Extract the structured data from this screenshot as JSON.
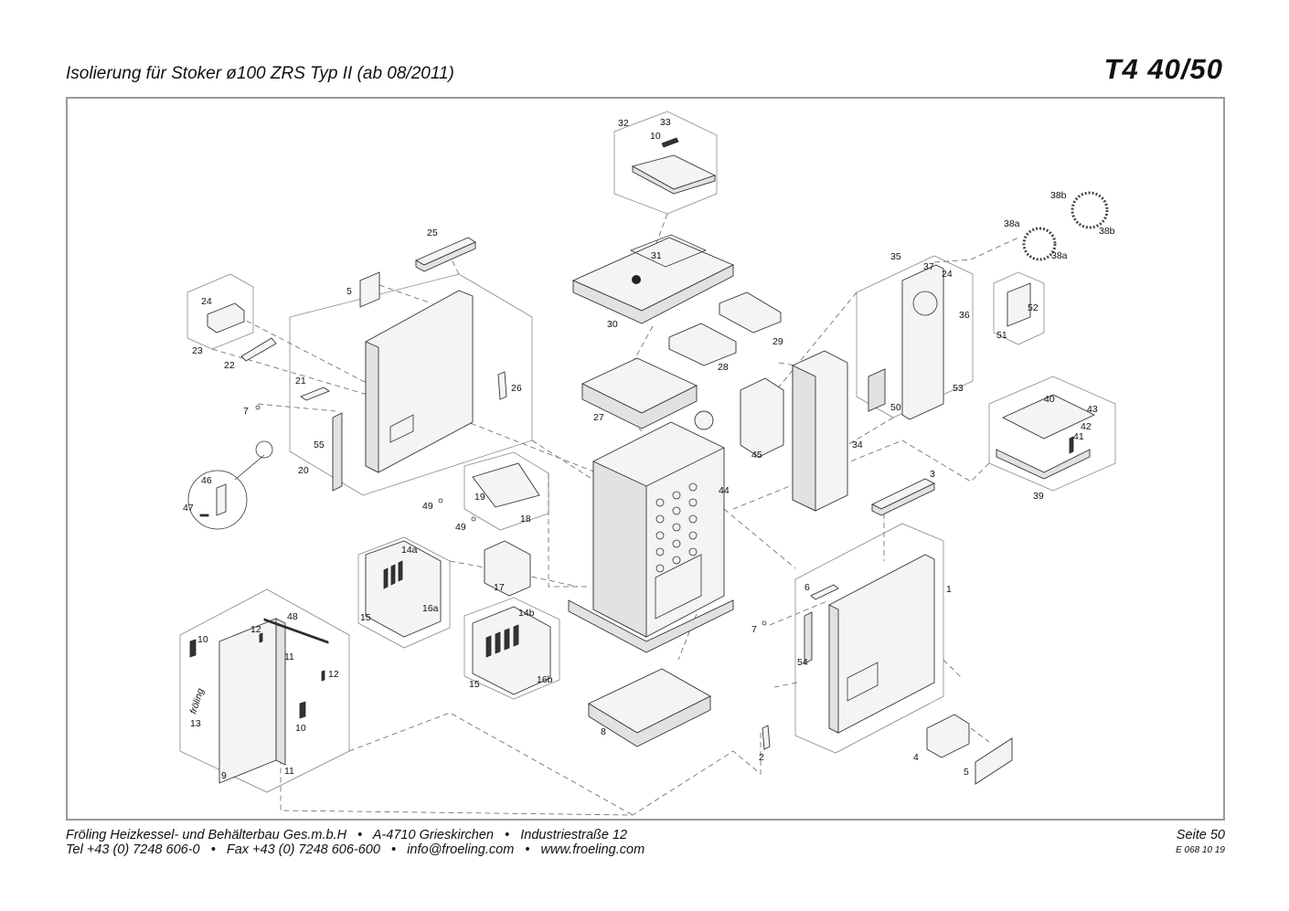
{
  "header": {
    "title": "Isolierung für Stoker ø100 ZRS Typ II (ab 08/2011)",
    "model": "T4 40/50"
  },
  "diagram": {
    "labels": [
      "32",
      "33",
      "10",
      "31",
      "30",
      "29",
      "28",
      "27",
      "25",
      "5",
      "24",
      "23",
      "22",
      "21",
      "26",
      "7",
      "55",
      "20",
      "46",
      "47",
      "19",
      "18",
      "49",
      "49",
      "45",
      "44",
      "34",
      "3",
      "35",
      "37",
      "24",
      "36",
      "52",
      "51",
      "53",
      "50",
      "38a",
      "38a",
      "38b",
      "38b",
      "40",
      "43",
      "42",
      "41",
      "39",
      "14a",
      "16a",
      "15",
      "17",
      "14b",
      "16b",
      "15",
      "48",
      "10",
      "12",
      "11",
      "12",
      "13",
      "10",
      "11",
      "9",
      "8",
      "6",
      "1",
      "7",
      "54",
      "2",
      "4",
      "5"
    ],
    "brand_mark": "fröling"
  },
  "footer": {
    "company": "Fröling Heizkessel- und Behälterbau Ges.m.b.H",
    "city": "A-4710 Grieskirchen",
    "street": "Industriestraße 12",
    "tel": "Tel +43 (0) 7248 606-0",
    "fax": "Fax +43 (0) 7248 606-600",
    "email": "info@froeling.com",
    "web": "www.froeling.com",
    "bullet": "•",
    "page": "Seite 50",
    "doc_number": "E 068 10 19"
  }
}
